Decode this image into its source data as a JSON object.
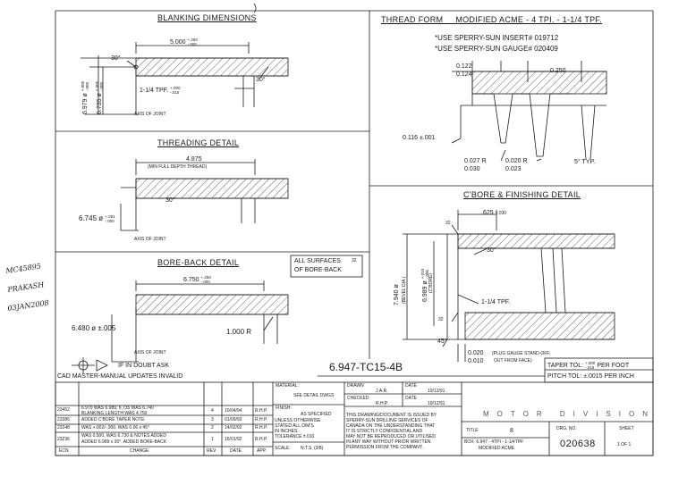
{
  "sections": {
    "blanking": {
      "title": "BLANKING DIMENSIONS",
      "length": "5.000",
      "length_tol_plus": "+.250",
      "length_tol_minus": "-.000",
      "angle_left": "30°",
      "angle_right": "30°",
      "taper": "1-1/4 TPF.",
      "taper_tol_plus": "+.000",
      "taper_tol_minus": "-.015",
      "dia_outer": "6.979 ø",
      "dia_outer_tol_plus": "+.005",
      "dia_outer_tol_minus": "-.000",
      "dia_inner": "6.735 ø",
      "dia_inner_tol_plus": "+.005",
      "dia_inner_tol_minus": "-.000",
      "axis": "AXIS OF JOINT"
    },
    "threading": {
      "title": "THREADING DETAIL",
      "length": "4.875",
      "length_note": "(MIN FULL DEPTH THREAD)",
      "angle": "30°",
      "dia": "6.745 ø",
      "dia_tol_plus": "+.001",
      "dia_tol_minus": "-.000",
      "axis": "AXIS OF JOINT"
    },
    "boreback": {
      "title": "BORE-BACK DETAIL",
      "length": "6.750",
      "length_tol_plus": "+.250",
      "length_tol_minus": "-.000",
      "surfaces_note_1": "ALL SURFACES",
      "surfaces_note_2": "OF BORE-BACK",
      "surfaces_symbol": "32",
      "radius": "1.000 R",
      "dia": "6.480 ø ±.005",
      "axis": "AXIS OF JOINT"
    },
    "thread_form": {
      "title_prefix": "THREAD FORM",
      "title_rest": "MODIFIED ACME - 4 TPI. - 1-1/4 TPF.",
      "note_1": "*USE SPERRY-SUN INSERT# 019712",
      "note_2": "*USE SPERRY-SUN GAUGE# 020409",
      "dim_a_top": "0.122",
      "dim_a_bottom": "0.124",
      "pitch": "0.250",
      "depth": "0.116 ±.001",
      "root_r_1": "0.027 R",
      "root_r_1b": "0.030",
      "root_r_2": "0.020 R",
      "root_r_2b": "0.023",
      "typ": "5° TYP."
    },
    "cbore": {
      "title": "C'BORE & FINISHING DETAIL",
      "depth": ".625",
      "depth_tol": "±.030",
      "surface_1": "32",
      "surface_2": "32",
      "angle": "30°",
      "chamfer": "45°",
      "taper": "1-1/4 TPF.",
      "dia_bevel": "7.940 ø",
      "dia_bevel_note": "(BEVEL DIA.)",
      "dia_cbore": "6.989 ø",
      "dia_cbore_tol_plus": "+.010",
      "dia_cbore_tol_minus": "-.000",
      "dia_cbore_note": "(C'BORE)",
      "standoff_1": "0.020",
      "standoff_2": "0.010",
      "standoff_note_1": "(PLUG GAUGE STAND-OFF,",
      "standoff_note_2": "OUT FROM FACE)"
    }
  },
  "notes": {
    "doubt": "IF IN DOUBT ASK",
    "cad": "CAD MASTER-MANUAL UPDATES INVALID",
    "part_ref": "6.947-TC15-4B",
    "taper_tol_label": "TAPER TOL:",
    "taper_tol_plus": "+.000",
    "taper_tol_minus": "-.015",
    "taper_tol_unit": "PER FOOT",
    "pitch_tol": "PITCH TOL: ±.0015 PER INCH"
  },
  "handwriting": {
    "line_1": "MC45895",
    "line_2": "PRAKASH",
    "line_3": "03JAN2008"
  },
  "revisions": {
    "headers": {
      "ecn": "ECN",
      "change": "CHANGE",
      "rev": "REV.",
      "date": "DATE",
      "app": "APP."
    },
    "rows": [
      {
        "ecn": "23452",
        "change": "6.979 WAS 6.989, 6.735 WAS 6.740",
        "change_2": "BLANKING LENGTH WAS 4.750",
        "rev": "4",
        "date": "10/04/94",
        "app": "R.H.P."
      },
      {
        "ecn": "23386",
        "change": "ADDED C'BORE TAPER NOTE",
        "change_2": "",
        "rev": "3",
        "date": "01/09/93",
        "app": "R.H.P."
      },
      {
        "ecn": "23248",
        "change": "WAS +.002/-.000, WAS 0.06 x 45°",
        "change_2": "",
        "rev": "2",
        "date": "14/02/92",
        "app": "R.H.P."
      },
      {
        "ecn": "23236",
        "change": "WAS 0.500, WAS 6.730 & NOTES ADDED",
        "change_2": "ADDED 6.989 x 30°, ADDED BORE-BACK",
        "rev": "1",
        "date": "15/01/92",
        "app": "R.H.P."
      }
    ]
  },
  "title_block": {
    "material_label": "MATERIAL:",
    "material_value": "SEE DETAIL DWGS",
    "finish_label": "FINISH:",
    "finish_value": "AS SPECIFIED",
    "tol_1": "UNLESS OTHERWISE",
    "tol_2": "STATED ALL DIM'S",
    "tol_3": "IN INCHES.",
    "tol_4": "TOLERANCE ±.010",
    "scale_label": "SCALE:",
    "scale_value": "N.T.S. (3/8)",
    "drawn_label": "DRAWN",
    "drawn_value": "J.A.R.",
    "drawn_date_label": "DATE",
    "drawn_date": "19/12/91",
    "checked_label": "CHECKED",
    "checked_value": "R.H.P.",
    "checked_date_label": "DATE",
    "checked_date": "19/12/91",
    "notice_1": "THIS DRAWING/DOCUMENT IS ISSUED BY",
    "notice_2": "SPERRY-SUN DRILLING SERVICES OF",
    "notice_3": "CANADA ON THE UNDERSTANDING THAT",
    "notice_4": "IT IS STRICTLY CONFIDENTIAL AND",
    "notice_5": "MAY NOT BE REPRODUCED OR UTILISED",
    "notice_6": "IN ANY WAY WITHOUT PRIOR WRITTEN",
    "notice_7": "PERMISSION FROM THE COMPANY.",
    "division": "MOTOR DIVISION",
    "title_label": "TITLE",
    "title_value": "8",
    "box_1": "BOX: 6.947 - 4TPI - 1-1/4TPF",
    "box_2": "MODIFIED ACME",
    "drg_label": "DRG. NO.",
    "drg_value": "020638",
    "sheet_label": "SHEET",
    "sheet_value": "1 OF 1"
  },
  "colors": {
    "ink": "#1a1a1a",
    "paper": "#ffffff"
  }
}
